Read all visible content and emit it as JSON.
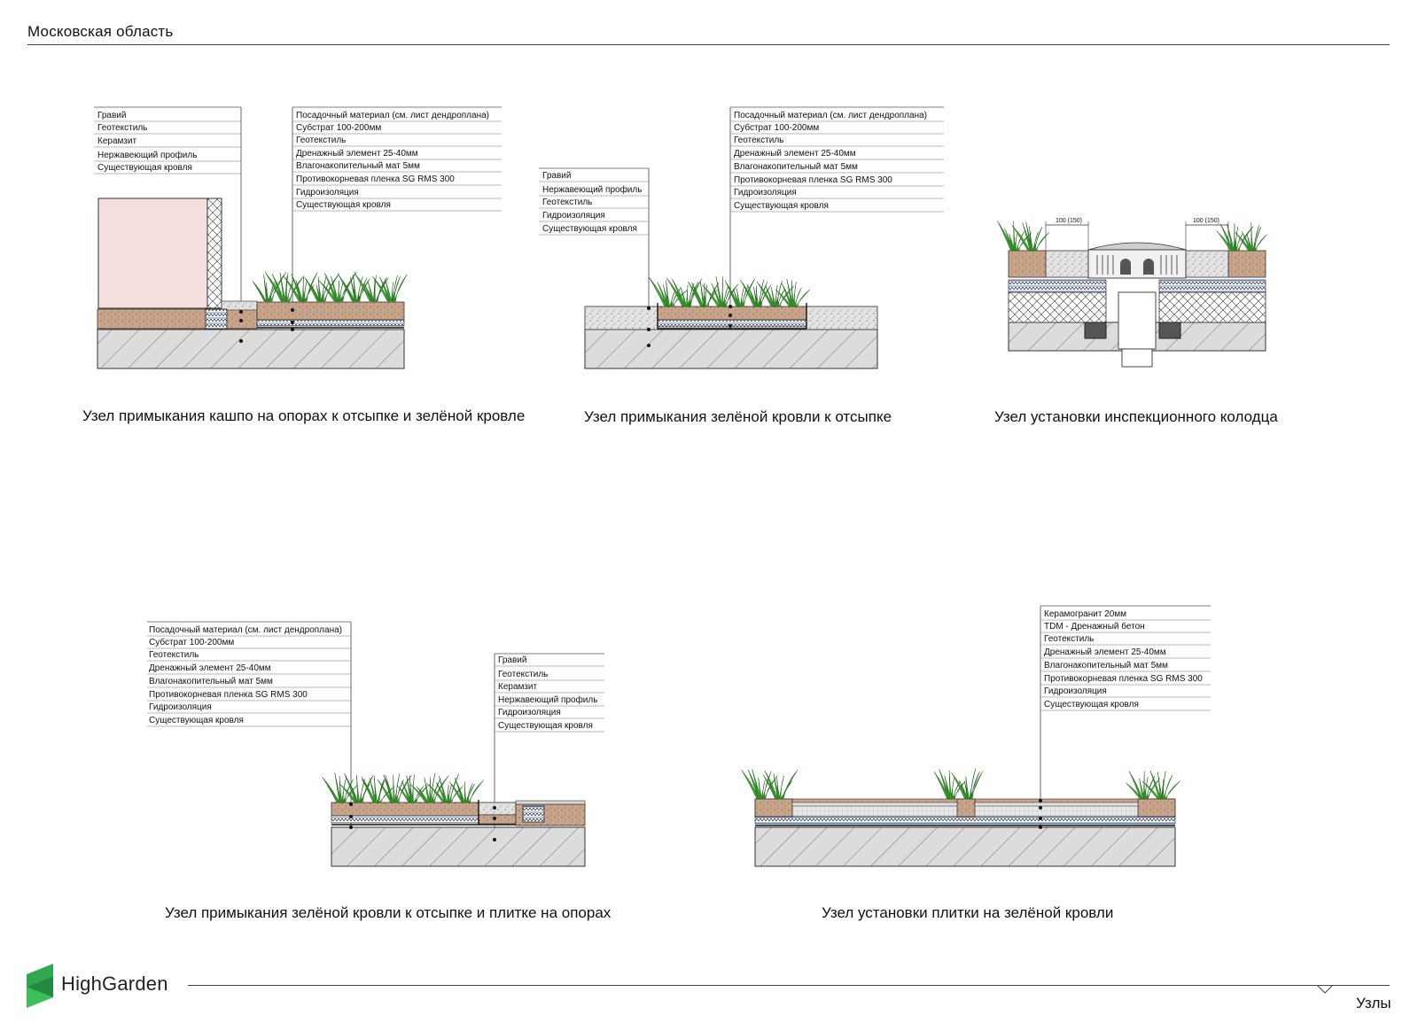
{
  "header": {
    "region": "Московская область"
  },
  "nodes": [
    {
      "caption": "Узел примыкания кашпо на опорах к отсыпке и зелёной кровле",
      "labels_left": [
        "Гравий",
        "Геотекстиль",
        "Керамзит",
        "Нержавеющий профиль",
        "Существующая кровля"
      ],
      "labels_right": [
        "Посадочный материал (см. лист дендроплана)",
        "Субстрат 100-200мм",
        "Геотекстиль",
        "Дренажный элемент 25-40мм",
        "Влагонакопительный мат  5мм",
        "Противокорневая пленка SG RMS 300",
        "Гидроизоляция",
        "Существующая кровля"
      ]
    },
    {
      "caption": "Узел примыкания зелёной кровли к отсыпке",
      "labels_left": [
        "Гравий",
        "Нержавеющий профиль",
        "Геотекстиль",
        "Гидроизоляция",
        "Существующая кровля"
      ],
      "labels_right": [
        "Посадочный материал (см. лист дендроплана)",
        "Субстрат 100-200мм",
        "Геотекстиль",
        "Дренажный элемент 25-40мм",
        "Влагонакопительный мат  5мм",
        "Противокорневая пленка SG RMS 300",
        "Гидроизоляция",
        "Существующая кровля"
      ]
    },
    {
      "caption": "Узел установки инспекционного колодца",
      "dims": [
        "100 (150)",
        "100 (150)"
      ]
    },
    {
      "caption": "Узел примыкания зелёной кровли к отсыпке и плитке на опорах",
      "labels_left": [
        "Посадочный материал (см. лист дендроплана)",
        "Субстрат 100-200мм",
        "Геотекстиль",
        "Дренажный элемент 25-40мм",
        "Влагонакопительный мат  5мм",
        "Противокорневая пленка SG RMS 300",
        "Гидроизоляция",
        "Существующая кровля"
      ],
      "labels_right": [
        "Гравий",
        "Геотекстиль",
        "Керамзит",
        "Нержавеющий профиль",
        "Гидроизоляция",
        "Существующая кровля"
      ]
    },
    {
      "caption": "Узел установки плитки на зелёной кровли",
      "labels_right": [
        "Керамогранит 20мм",
        "TDM - Дренажный бетон",
        "Геотекстиль",
        "Дренажный элемент 25-40мм",
        "Влагонакопительный мат  5мм",
        "Противокорневая пленка SG RMS 300",
        "Гидроизоляция",
        "Существующая кровля"
      ]
    }
  ],
  "footer": {
    "brand": "HighGarden",
    "page_title": "Узлы"
  },
  "colors": {
    "plant_green": "#3aa62e",
    "substrate": "#c9a48a",
    "planter_pink": "#f6dede",
    "slab_grey": "#dcdcdc",
    "logo_green": "#2fa84f"
  }
}
